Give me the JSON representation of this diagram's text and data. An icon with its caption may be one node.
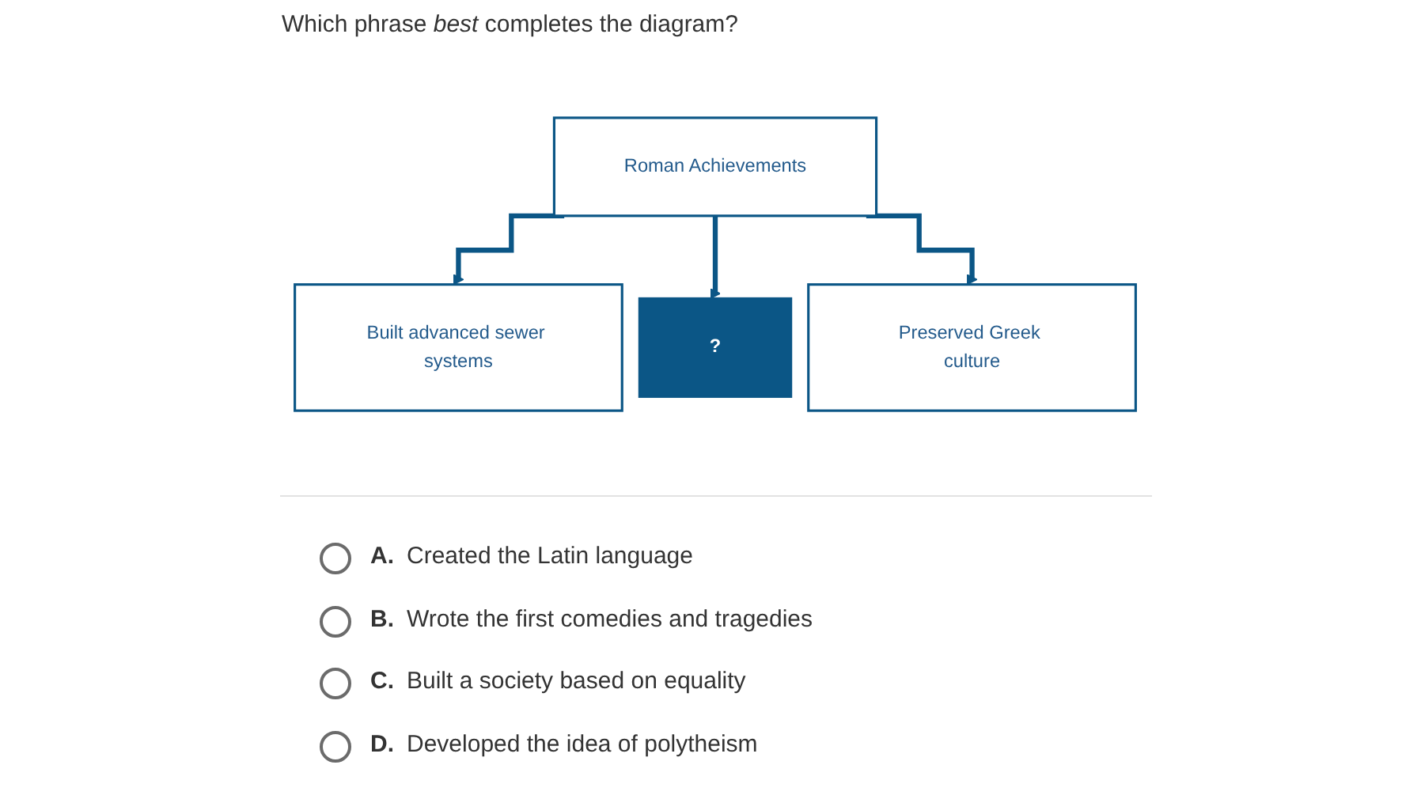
{
  "diagram": {
    "title": "Which phrase *best* completes the diagram?",
    "nodes": [
      {
        "text": [
          "Roman Achievements"
        ]
      },
      {
        "text": [
          "Built advanced sewer systems"
        ]
      },
      {
        "text": [
          "?"
        ]
      },
      {
        "text": [
          "Preserved Greek culture"
        ]
      }
    ],
    "edges": [
      {
        "from": 0,
        "to": 1,
        "arrow": "to"
      },
      {
        "from": 0,
        "to": 2,
        "arrow": "to"
      },
      {
        "from": 0,
        "to": 3,
        "arrow": "to"
      }
    ],
    "labels": [
      "A.",
      "Created the Latin language",
      "B.",
      "Wrote the first comedies and tragedies",
      "C.",
      "Built a society based on equality",
      "D.",
      "Developed the idea of polytheism"
    ]
  }
}
